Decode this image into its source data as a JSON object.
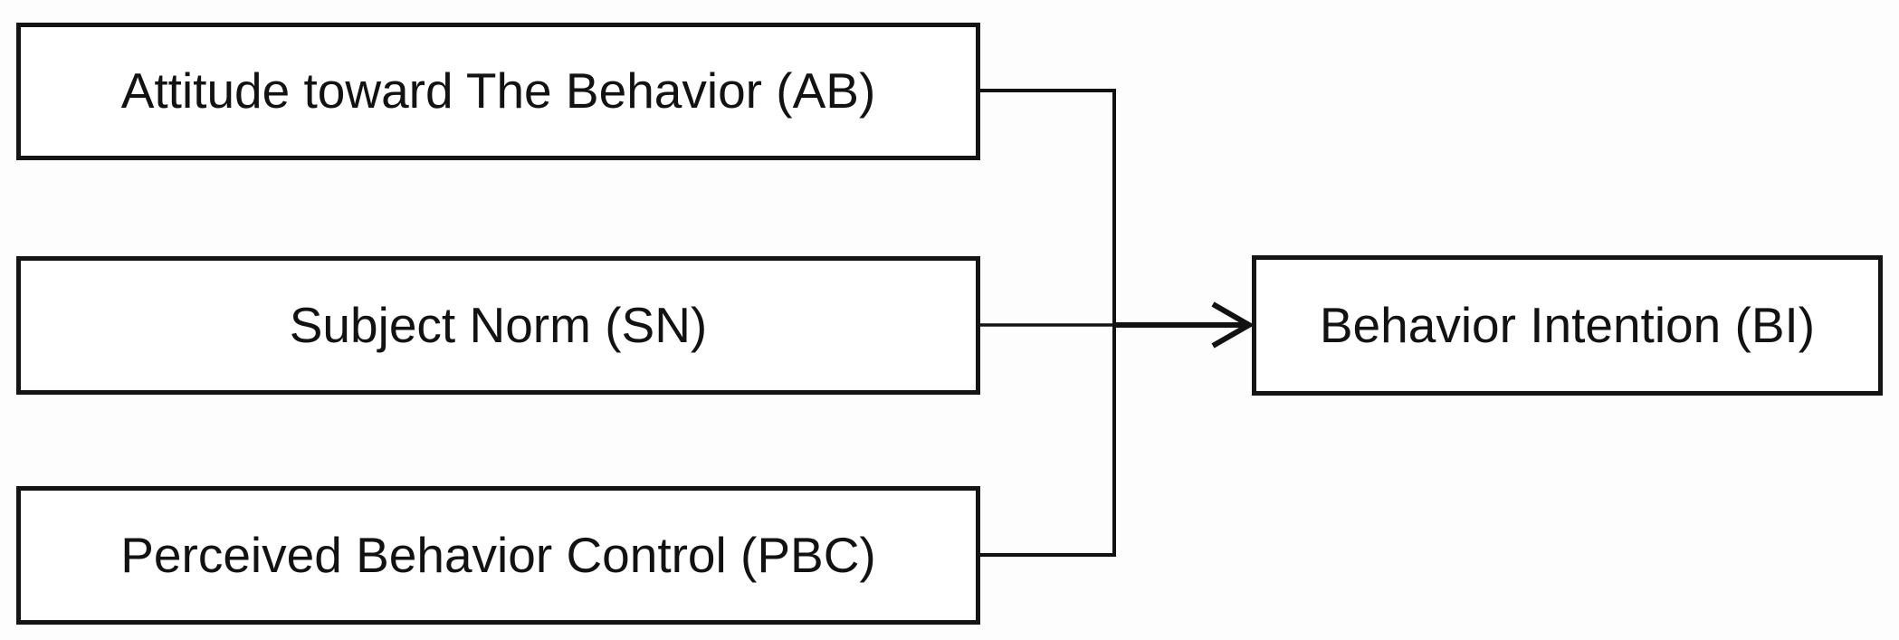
{
  "diagram": {
    "type": "flow-diagram",
    "nodes": [
      {
        "id": "AB",
        "label": "Attitude toward The Behavior (AB)"
      },
      {
        "id": "SN",
        "label": "Subject Norm (SN)"
      },
      {
        "id": "PBC",
        "label": "Perceived Behavior Control (PBC)"
      },
      {
        "id": "BI",
        "label": "Behavior Intention (BI)"
      }
    ],
    "edges": [
      {
        "from": "AB",
        "to": "BI",
        "style": "elbow-line-into-junction"
      },
      {
        "from": "SN",
        "to": "BI",
        "style": "straight-arrow-through-junction"
      },
      {
        "from": "PBC",
        "to": "BI",
        "style": "elbow-line-into-junction"
      }
    ],
    "arrowhead": "open-chevron",
    "colors": {
      "stroke": "#121212",
      "box_border": "#141414",
      "box_background": "#ffffff",
      "text": "#121212",
      "page_background": "#fdfdfd"
    }
  }
}
